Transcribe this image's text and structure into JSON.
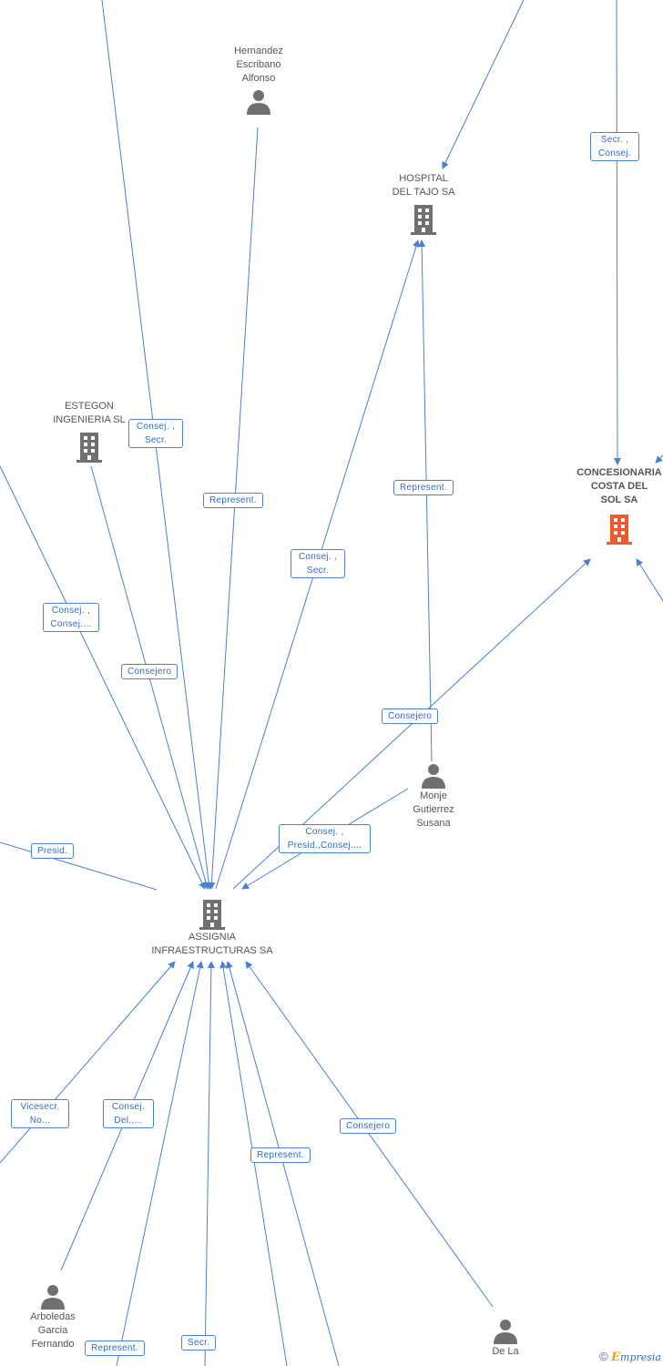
{
  "colors": {
    "edge": "#4a7fd4",
    "label_text": "#2d6cc8",
    "node_icon": "#707070",
    "focus_icon": "#f0592b",
    "node_text": "#555555"
  },
  "nodes": {
    "hernandez": {
      "name_lines": [
        "Hernandez",
        "Escribano",
        "Alfonso"
      ],
      "type": "person"
    },
    "hospital": {
      "name_lines": [
        "HOSPITAL",
        "DEL TAJO SA"
      ],
      "type": "company"
    },
    "concesionaria": {
      "name_lines": [
        "CONCESIONARIA",
        "COSTA DEL",
        "SOL SA"
      ],
      "type": "company-focus"
    },
    "estegon": {
      "name_lines": [
        "ESTEGON",
        "INGENIERIA SL"
      ],
      "type": "company"
    },
    "monje": {
      "name_lines": [
        "Monje",
        "Gutierrez",
        "Susana"
      ],
      "type": "person"
    },
    "assignia": {
      "name_lines": [
        "ASSIGNIA",
        "INFRAESTRUCTURAS SA"
      ],
      "type": "company"
    },
    "arboledas": {
      "name_lines": [
        "Arboledas",
        "Garcia",
        "Fernando"
      ],
      "type": "person"
    },
    "delala": {
      "name_lines": [
        "De La"
      ],
      "type": "person"
    }
  },
  "edge_labels": {
    "secr_consej": [
      "Secr. ,",
      "Consej."
    ],
    "consej_secr_1": [
      "Consej. ,",
      "Secr."
    ],
    "represent_1": [
      "Represent."
    ],
    "represent_2": [
      "Represent."
    ],
    "consej_secr_2": [
      "Consej. ,",
      "Secr."
    ],
    "consej_consej": [
      "Consej. ,",
      "Consej...."
    ],
    "consejero_1": [
      "Consejero"
    ],
    "consejero_2": [
      "Consejero"
    ],
    "consej_presid": [
      "Consej. ,",
      "Presid.,Consej...."
    ],
    "presid": [
      "Presid."
    ],
    "vicesecr": [
      "Vicesecr.",
      "No..."
    ],
    "consej_del": [
      "Consej.",
      "Del.,..."
    ],
    "consejero_3": [
      "Consejero"
    ],
    "represent_3": [
      "Represent."
    ],
    "represent_4": [
      "Represent."
    ],
    "secr": [
      "Secr."
    ]
  },
  "footer": {
    "copyright": "©",
    "brand_initial": "E",
    "brand_rest": "mpresia"
  }
}
